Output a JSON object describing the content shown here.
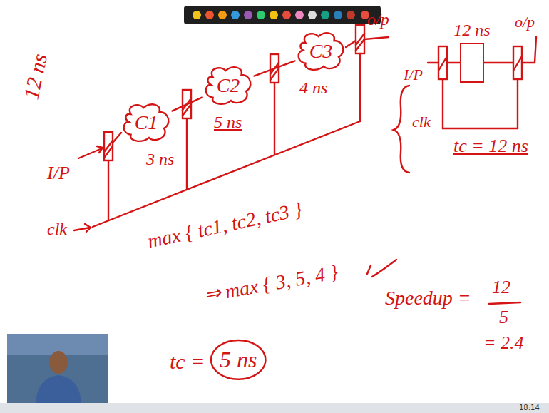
{
  "diagram": {
    "nodes": [
      {
        "text": [
          "C1"
        ]
      },
      {
        "text": [
          "C2"
        ]
      },
      {
        "text": [
          "C3"
        ]
      },
      {
        "text": [
          "12 ns"
        ]
      }
    ],
    "edges": [
      {
        "from": 0,
        "to": 1,
        "arrow": "none"
      },
      {
        "from": 1,
        "to": 2,
        "arrow": "none"
      }
    ],
    "labels": [
      "12 ns",
      "I/P",
      "3 ns",
      "5 ns",
      "4 ns",
      "o/p",
      "clk",
      "I/P",
      "o/p",
      "clk",
      "tc = 12 ns",
      "max { tc1, tc2, tc3 }",
      "⇒ max { 3, 5, 4 }",
      "tc =",
      "5 ns",
      "Speedup =",
      "12",
      "5",
      "= 2.4",
      "18:14"
    ]
  }
}
